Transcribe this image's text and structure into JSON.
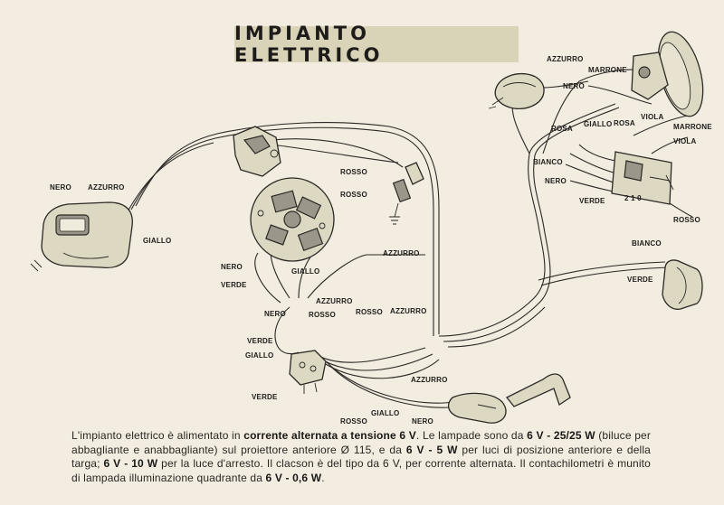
{
  "title": "IMPIANTO ELETTRICO",
  "labels": {
    "fanale_nero": "NERO",
    "fanale_azzurro": "AZZURRO",
    "fanale_giallo": "GIALLO",
    "rosso_1": "ROSSO",
    "rosso_2": "ROSSO",
    "azzurro_1": "AZZURRO",
    "nero_vol": "NERO",
    "verde_vol": "VERDE",
    "giallo_vol": "GIALLO",
    "azzurro_2": "AZZURRO",
    "nero_2": "NERO",
    "rosso_3": "ROSSO",
    "rosso_4": "ROSSO",
    "azzurro_3": "AZZURRO",
    "verde_2": "VERDE",
    "giallo_2": "GIALLO",
    "verde_3": "VERDE",
    "rosso_5": "ROSSO",
    "giallo_3": "GIALLO",
    "azzurro_4": "AZZURRO",
    "nero_3": "NERO",
    "azzurro_top": "AZZURRO",
    "nero_top": "NERO",
    "marrone_1": "MARRONE",
    "viola_1": "VIOLA",
    "marrone_2": "MARRONE",
    "viola_2": "VIOLA",
    "giallo_sw": "GIALLO",
    "rosa_1": "ROSA",
    "rosa_2": "ROSA",
    "bianco_1": "BIANCO",
    "nero_sw": "NERO",
    "verde_sw": "VERDE",
    "rosso_sw": "ROSSO",
    "bianco_2": "BIANCO",
    "verde_4": "VERDE",
    "switch_numbers": "2 1 0"
  },
  "caption": {
    "p1": "L'impianto elettrico è alimentato in ",
    "b1": "corrente alternata a tensione 6 V",
    "p2": ". Le lampade sono da ",
    "b2": "6 V - 25/25 W",
    "p3": " (biluce per abbagliante e anabbagliante) sul proiettore anteriore Ø 115, e da ",
    "b3": "6 V - 5 W",
    "p4": " per luci di posizione anteriore e della targa; ",
    "b4": "6 V - 10 W",
    "p5": " per la luce d'arresto. Il clacson è del tipo da 6 V, per corrente alternata. Il contachilometri è munito di lampada illuminazione quadrante da ",
    "b5": "6 V - 0,6 W",
    "p6": "."
  }
}
